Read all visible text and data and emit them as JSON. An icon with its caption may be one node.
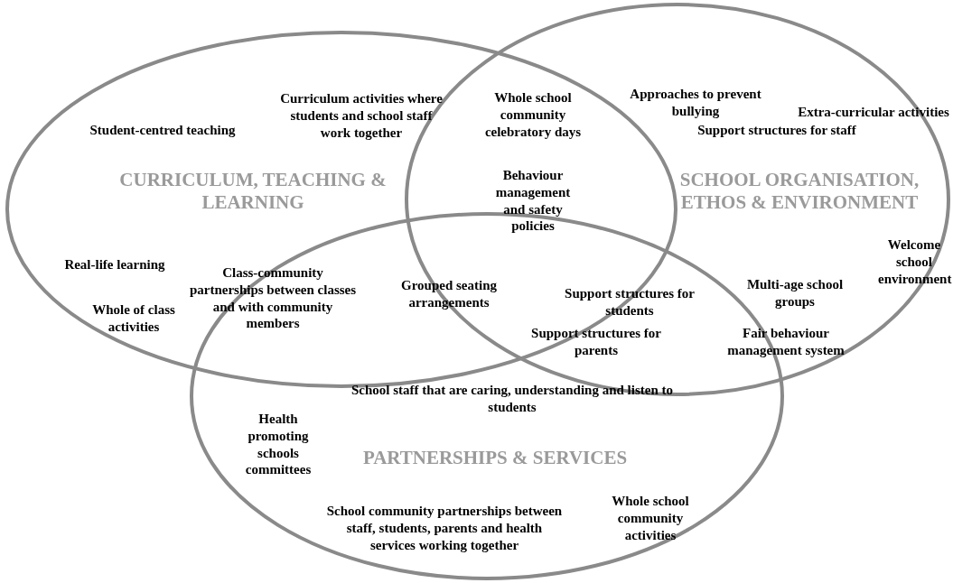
{
  "diagram": {
    "nodes": [
      {
        "text": [
          "CURRICULUM, TEACHING & LEARNING"
        ]
      },
      {
        "text": [
          "SCHOOL ORGANISATION, ETHOS & ENVIRONMENT"
        ]
      },
      {
        "text": [
          "PARTNERSHIPS & SERVICES"
        ]
      }
    ],
    "labels": [
      "Approaches to prevent bullying",
      "Extra-curricular activities",
      "Curriculum activities where students and school staff work together",
      "Whole school community celebratory days",
      "Student-centred teaching",
      "Support structures for staff",
      "Behaviour management and safety policies",
      "Real-life learning",
      "Welcome school environment",
      "Class-community partnerships between classes and with community members",
      "Grouped seating arrangements",
      "Multi-age school groups",
      "Support structures for students",
      "Whole of class activities",
      "Support structures for parents",
      "Fair behaviour management system",
      "School staff that are caring, understanding and listen to students",
      "Health promoting schools committees",
      "Whole school community activities",
      "School community partnerships between staff, students, parents and health services working together"
    ]
  }
}
